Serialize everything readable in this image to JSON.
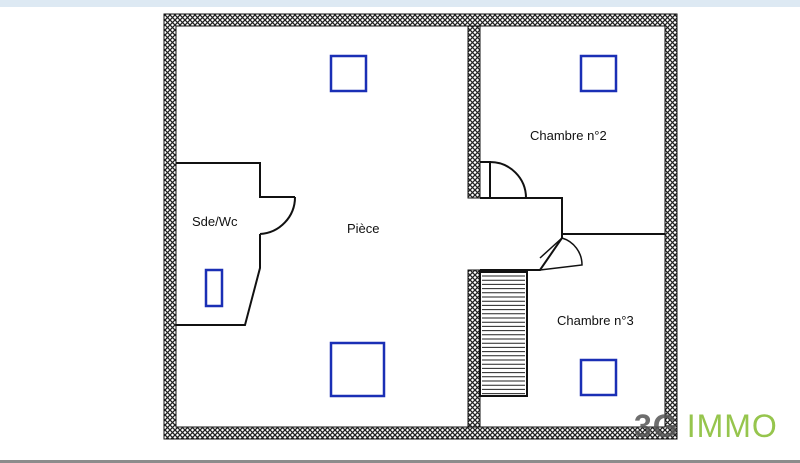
{
  "rooms": {
    "piece": "Pièce",
    "sde_wc": "Sde/Wc",
    "chambre2": "Chambre n°2",
    "chambre3": "Chambre n°3"
  },
  "watermark": {
    "number": "3G",
    "name": "IMMO"
  },
  "colors": {
    "wall": "#222222",
    "window": "#1a2fb5",
    "watermark_green": "#8bbf3a",
    "top_band": "#dde9f3"
  }
}
